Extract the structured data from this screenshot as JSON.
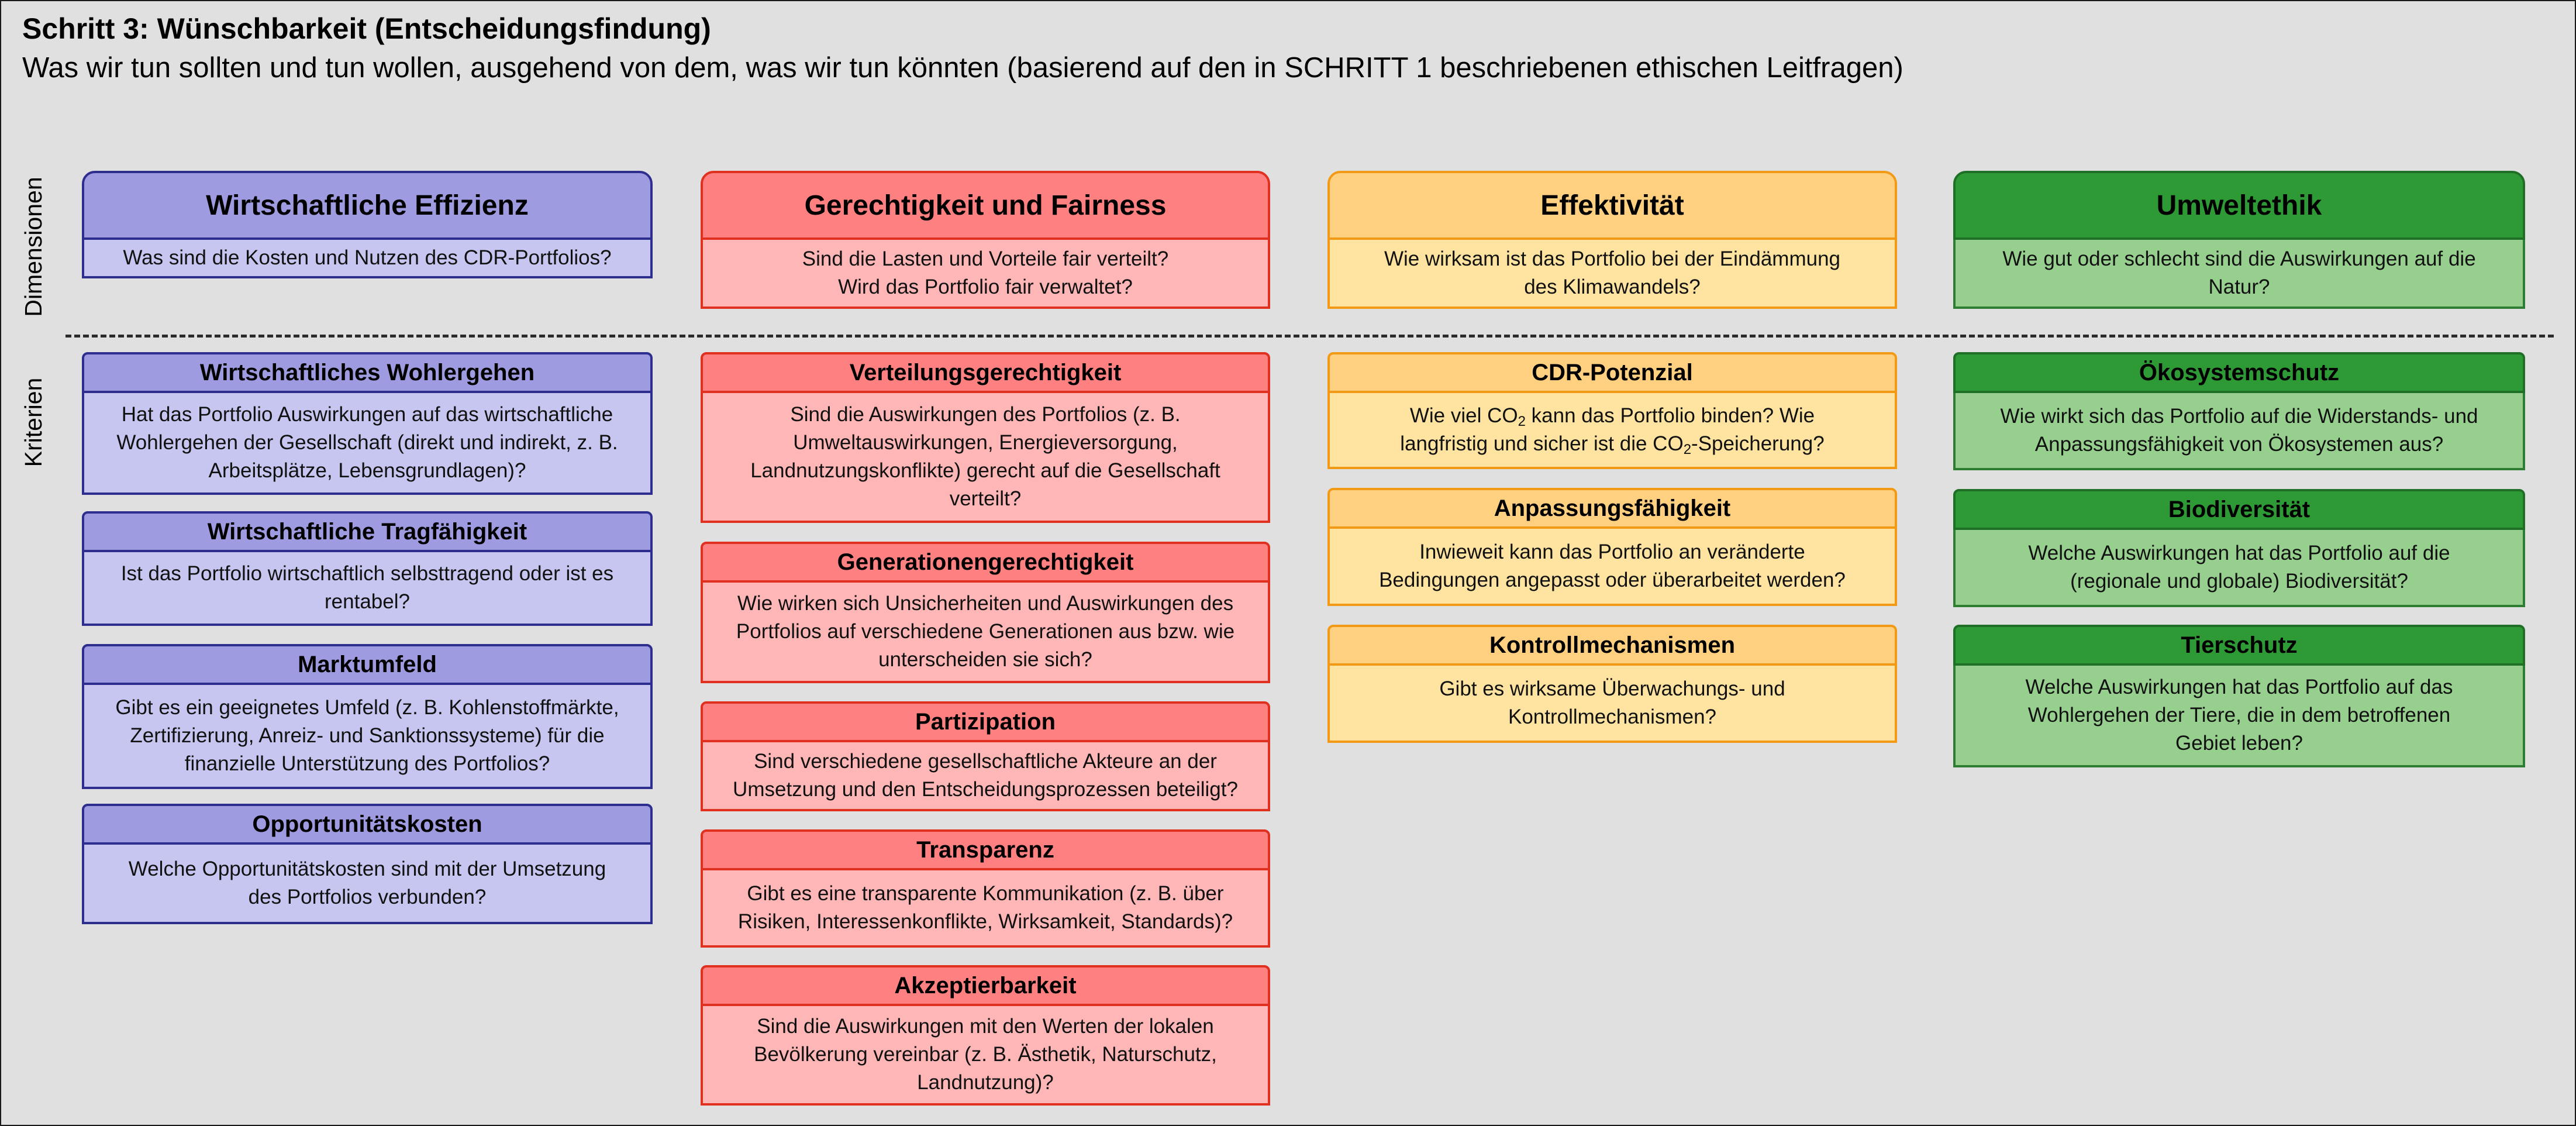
{
  "header": {
    "title": "Schritt 3: Wünschbarkeit (Entscheidungsfindung)",
    "subtitle": "Was wir tun sollten und tun wollen, ausgehend von dem, was wir tun könnten (basierend auf den in SCHRITT 1 beschriebenen ethischen Leitfragen)"
  },
  "side_labels": {
    "dimensions": "Dimensionen",
    "criteria": "Kriterien"
  },
  "colors": {
    "blue": "#9e9be0",
    "red": "#ff8080",
    "orange": "#ffd080",
    "green": "#2e9a35"
  },
  "columns": [
    {
      "dimension": {
        "title": "Wirtschaftliche Effizienz",
        "question": "Was sind die Kosten und Nutzen des CDR-Portfolios?"
      },
      "criteria": [
        {
          "title": "Wirtschaftliches Wohlergehen",
          "question": "Hat das Portfolio Auswirkungen auf das wirtschaftliche\nWohlergehen der Gesellschaft (direkt und indirekt, z. B.\nArbeitsplätze, Lebensgrundlagen)?"
        },
        {
          "title": "Wirtschaftliche Tragfähigkeit",
          "question": "Ist das Portfolio wirtschaftlich selbsttragend oder ist es\nrentabel?"
        },
        {
          "title": "Marktumfeld",
          "question": "Gibt es ein geeignetes Umfeld (z. B. Kohlenstoffmärkte,\nZertifizierung, Anreiz- und Sanktionssysteme) für die\nfinanzielle Unterstützung des Portfolios?"
        },
        {
          "title": "Opportunitätskosten",
          "question": "Welche Opportunitätskosten sind mit der Umsetzung\ndes Portfolios verbunden?"
        }
      ]
    },
    {
      "dimension": {
        "title": "Gerechtigkeit und Fairness",
        "question": "Sind die Lasten und Vorteile fair verteilt?\nWird das Portfolio fair verwaltet?"
      },
      "criteria": [
        {
          "title": "Verteilungsgerechtigkeit",
          "question": "Sind die Auswirkungen des Portfolios (z. B.\nUmweltauswirkungen, Energieversorgung,\nLandnutzungskonflikte) gerecht auf die Gesellschaft\nverteilt?"
        },
        {
          "title": "Generationengerechtigkeit",
          "question": "Wie wirken sich Unsicherheiten und Auswirkungen des\nPortfolios auf verschiedene Generationen aus bzw. wie\nunterscheiden sie sich?"
        },
        {
          "title": "Partizipation",
          "question": "Sind verschiedene gesellschaftliche Akteure an der\nUmsetzung und den Entscheidungsprozessen beteiligt?"
        },
        {
          "title": "Transparenz",
          "question": "Gibt es eine transparente Kommunikation (z. B. über\nRisiken, Interessenkonflikte, Wirksamkeit, Standards)?"
        },
        {
          "title": "Akzeptierbarkeit",
          "question": "Sind die Auswirkungen mit den Werten der lokalen\nBevölkerung vereinbar (z. B. Ästhetik, Naturschutz,\nLandnutzung)?"
        }
      ]
    },
    {
      "dimension": {
        "title": "Effektivität",
        "question": "Wie wirksam ist das Portfolio bei der Eindämmung\ndes Klimawandels?"
      },
      "criteria": [
        {
          "title": "CDR-Potenzial",
          "q_parts": [
            "Wie viel CO",
            "2",
            " kann das Portfolio binden? Wie",
            "langfristig und sicher ist die CO",
            "2",
            "-Speicherung?"
          ]
        },
        {
          "title": "Anpassungsfähigkeit",
          "question": "Inwieweit kann das Portfolio an veränderte\nBedingungen angepasst oder überarbeitet werden?"
        },
        {
          "title": "Kontrollmechanismen",
          "question": "Gibt es wirksame Überwachungs- und\nKontrollmechanismen?"
        }
      ]
    },
    {
      "dimension": {
        "title": "Umweltethik",
        "question": "Wie gut oder schlecht sind die Auswirkungen auf die\nNatur?"
      },
      "criteria": [
        {
          "title": "Ökosystemschutz",
          "question": "Wie wirkt sich das Portfolio auf die Widerstands- und\nAnpassungsfähigkeit von Ökosystemen aus?"
        },
        {
          "title": "Biodiversität",
          "question": "Welche Auswirkungen hat das Portfolio auf die\n(regionale und globale) Biodiversität?"
        },
        {
          "title": "Tierschutz",
          "question": "Welche Auswirkungen hat das Portfolio auf das\nWohlergehen der Tiere, die in dem betroffenen\nGebiet leben?"
        }
      ]
    }
  ]
}
